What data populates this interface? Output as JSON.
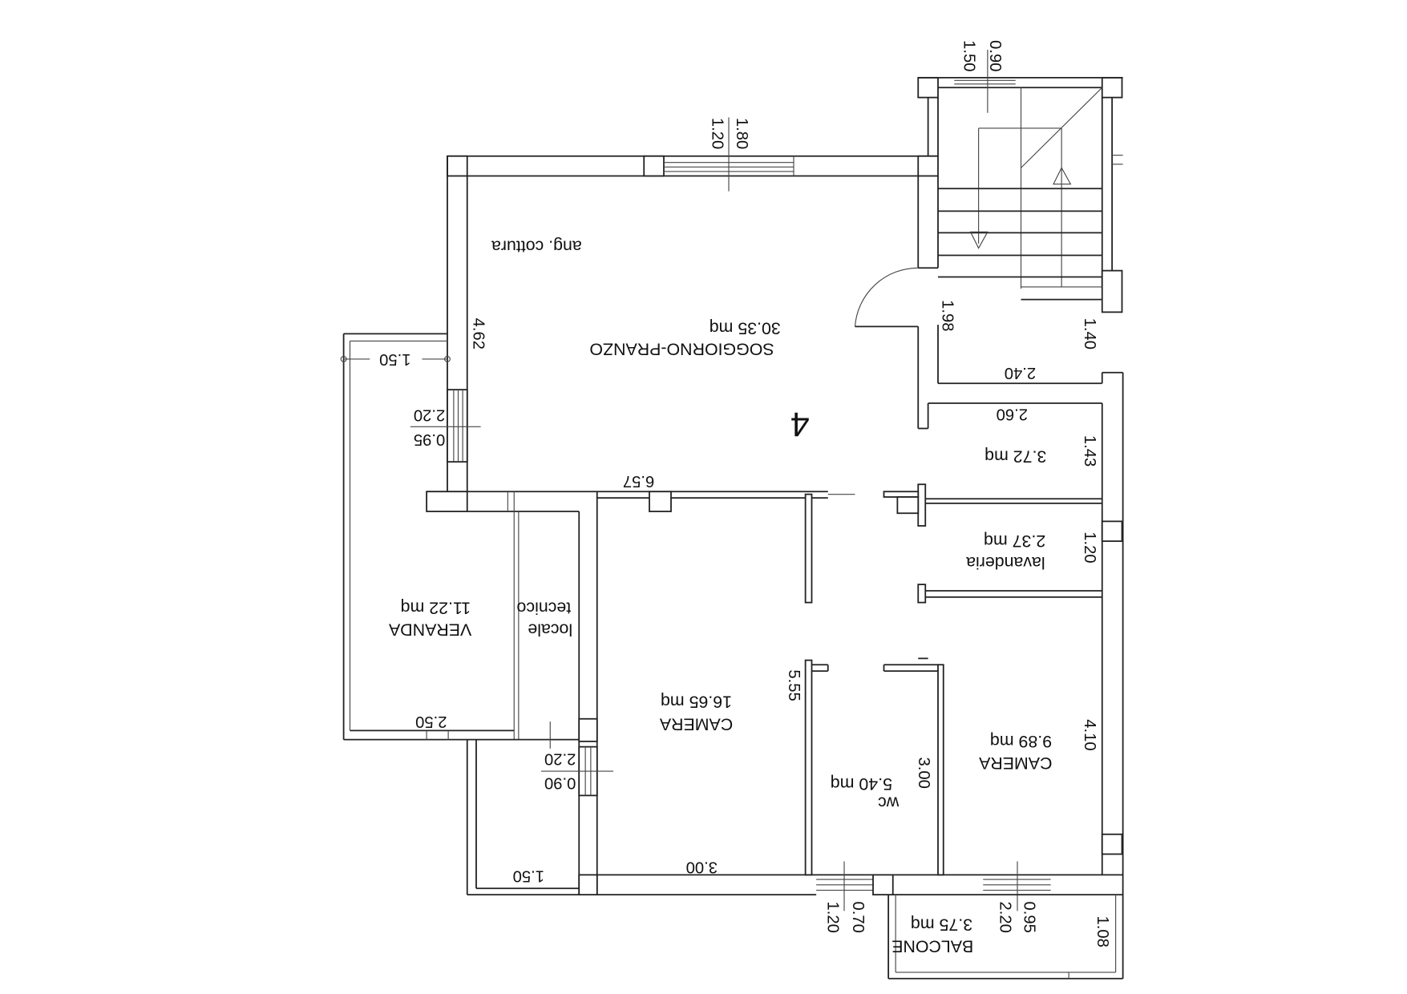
{
  "plan": {
    "unit_number": "4",
    "rooms": {
      "soggiorno": {
        "name": "SOGGIORNO-PRANZO",
        "area": "30.35 mq"
      },
      "cottura": {
        "name": "ang. cottura"
      },
      "camera_large": {
        "name": "CAMERA",
        "area": "16.65 mq"
      },
      "camera_small": {
        "name": "CAMERA",
        "area": "9.89 mq"
      },
      "wc": {
        "name": "wc",
        "area": "5.40 mq"
      },
      "veranda": {
        "name": "VERANDA",
        "area": "11.22 mq"
      },
      "locale_tecnico": {
        "name1": "locale",
        "name2": "tecnico"
      },
      "lavanderia": {
        "name": "lavanderia",
        "area": "2.37 mq"
      },
      "disimpegno": {
        "area": "3.72 mq"
      },
      "balcone": {
        "name": "BALCONE",
        "area": "3.75 mq"
      }
    },
    "dimensions": {
      "stair_window_h": "1.50",
      "stair_window_w": "0.90",
      "living_window_h": "1.20",
      "living_window_w": "1.80",
      "living_depth": "4.62",
      "veranda_width": "1.50",
      "veranda_window_h": "2.20",
      "veranda_window_w": "0.95",
      "living_width": "6.57",
      "corridor_len": "1.98",
      "stair_landing": "1.40",
      "corridor_width": "2.40",
      "disimpegno_width": "2.60",
      "disimpegno_depth": "1.43",
      "lavanderia_depth": "1.20",
      "camera_depth": "5.55",
      "camera_small_depth": "4.10",
      "wc_depth": "3.00",
      "veranda_depth": "2.50",
      "camera_window_h": "2.20",
      "camera_window_w": "0.90",
      "lower_width": "1.50",
      "camera_width": "3.00",
      "wc_window_h": "1.20",
      "wc_window_w": "0.70",
      "camera_small_window_h": "2.20",
      "camera_small_window_w": "0.95",
      "balcone_depth": "1.08"
    }
  }
}
